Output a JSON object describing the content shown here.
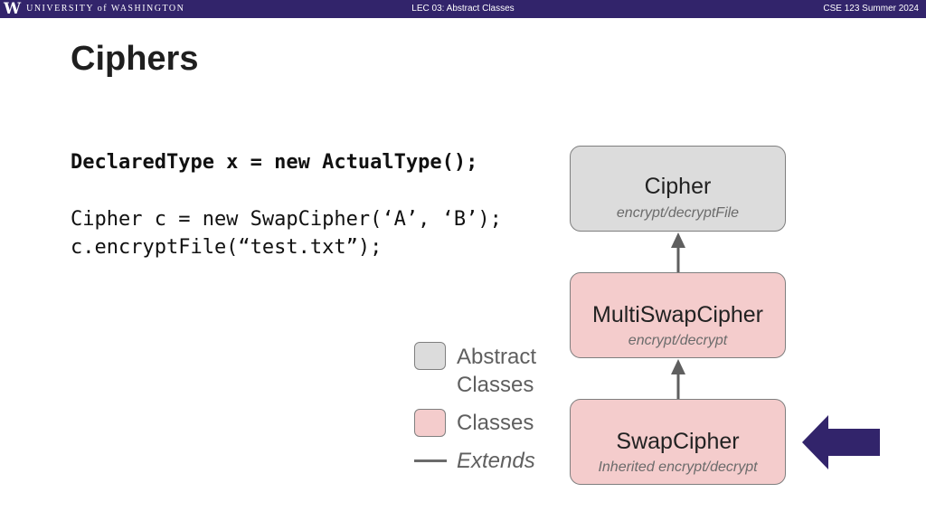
{
  "header": {
    "logo_letter": "W",
    "university": "UNIVERSITY of WASHINGTON",
    "lecture": "LEC 03: Abstract Classes",
    "course": "CSE 123 Summer 2024"
  },
  "slide": {
    "title": "Ciphers"
  },
  "code": {
    "line1": "DeclaredType x = new ActualType();",
    "line2": "Cipher c = new SwapCipher(‘A’, ‘B’);",
    "line3": "c.encryptFile(“test.txt”);"
  },
  "diagram": {
    "boxes": [
      {
        "name": "Cipher",
        "methods": "encrypt/decryptFile",
        "kind": "abstract"
      },
      {
        "name": "MultiSwapCipher",
        "methods": "encrypt/decrypt",
        "kind": "concrete"
      },
      {
        "name": "SwapCipher",
        "methods": "Inherited encrypt/decrypt",
        "kind": "concrete"
      }
    ],
    "legend": {
      "abstract_line1": "Abstract",
      "abstract_line2": "Classes",
      "classes": "Classes",
      "extends": "Extends"
    },
    "colors": {
      "abstract": "#dcdcdc",
      "concrete": "#f4cccc",
      "pointer_arrow": "#32246b",
      "banner": "#32246b"
    },
    "icons": [
      "up-arrow-icon",
      "left-pointer-arrow-icon"
    ]
  }
}
